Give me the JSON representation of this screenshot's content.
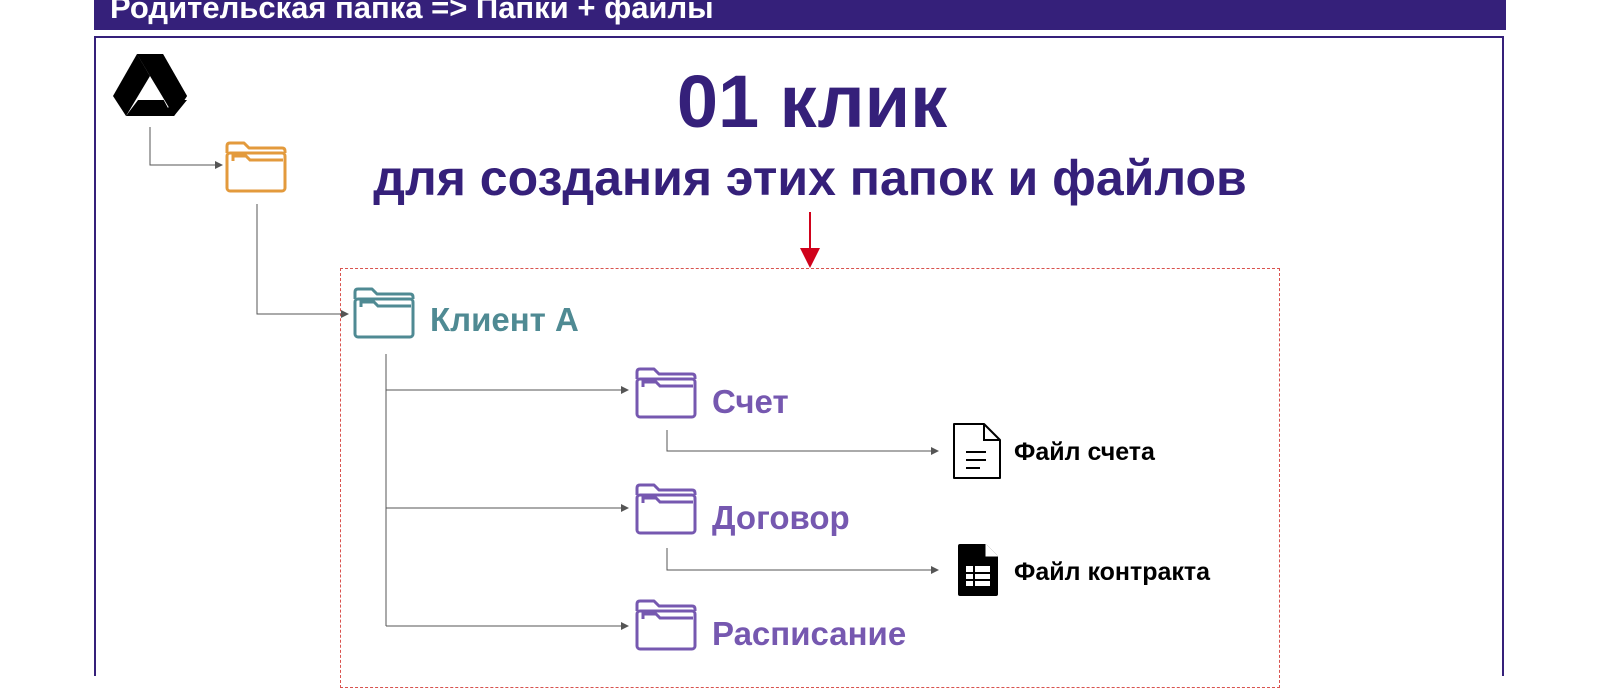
{
  "header": {
    "title": "Родительская папка => Папки + файлы"
  },
  "main_title": "01 клик",
  "subtitle": "для создания этих папок и файлов",
  "tree": {
    "drive_icon": "google-drive-icon",
    "parent_folder_icon": "folder-icon",
    "client_folder": {
      "label": "Клиент А",
      "icon": "folder-icon"
    },
    "subfolders": [
      {
        "label": "Счет",
        "icon": "folder-icon",
        "file": {
          "label": "Файл счета",
          "icon": "document-icon"
        }
      },
      {
        "label": "Договор",
        "icon": "folder-icon",
        "file": {
          "label": "Файл контракта",
          "icon": "spreadsheet-icon"
        }
      },
      {
        "label": "Расписание",
        "icon": "folder-icon"
      }
    ]
  },
  "colors": {
    "brand": "#35207a",
    "parent_folder": "#e39a3c",
    "client_folder": "#4f8a93",
    "subfolder": "#7658b0",
    "arrow_highlight": "#d0021b",
    "dashed_border": "#d9534f"
  }
}
